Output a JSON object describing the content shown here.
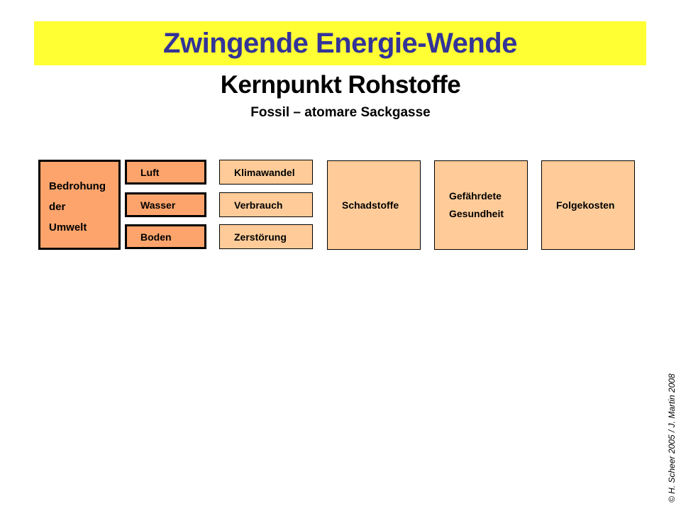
{
  "slide": {
    "banner_title": "Zwingende Energie-Wende",
    "heading": "Kernpunkt Rohstoffe",
    "subheading": "Fossil – atomare Sackgasse",
    "copyright": "© H. Scheer 2005 / J. Martin 2008"
  },
  "colors": {
    "banner_yellow": "#FFFF33",
    "title_blue": "#333399",
    "box_dark_orange": "#FCA46C",
    "box_light_orange": "#FFCC99",
    "border_black": "#000000"
  },
  "diagram": {
    "threat_box": {
      "lines": [
        "Bedrohung",
        "der",
        "Umwelt"
      ]
    },
    "elements_column": [
      {
        "label": "Luft"
      },
      {
        "label": "Wasser"
      },
      {
        "label": "Boden"
      }
    ],
    "effects_column": [
      {
        "label": "Klimawandel"
      },
      {
        "label": "Verbrauch"
      },
      {
        "label": "Zerstörung"
      }
    ],
    "schadstoffe_box": {
      "label": "Schadstoffe"
    },
    "gesundheit_box": {
      "lines": [
        "Gefährdete",
        "Gesundheit"
      ]
    },
    "folgekosten_box": {
      "label": "Folgekosten"
    }
  }
}
